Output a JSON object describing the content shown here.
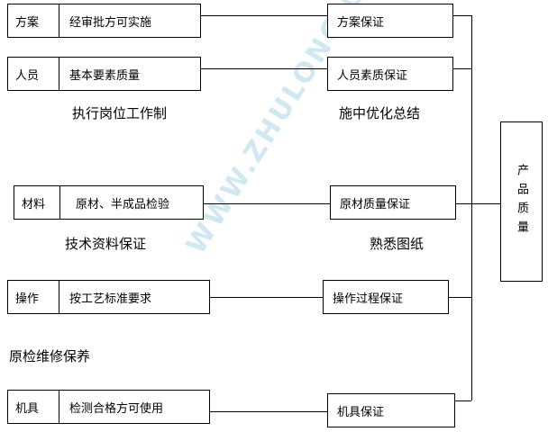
{
  "rows": [
    {
      "left_label": "方案",
      "left_desc": "经审批方可实施",
      "right": "方案保证"
    },
    {
      "left_label": "人员",
      "left_desc": "基本要素质量",
      "right": "人员素质保证"
    },
    {
      "left_label": "材料",
      "left_desc": "原材、半成品检验",
      "right": "原材质量保证"
    },
    {
      "left_label": "操作",
      "left_desc": "按工艺标准要求",
      "right": "操作过程保证"
    },
    {
      "left_label": "机具",
      "left_desc": "检测合格方可使用",
      "right": "机具保证"
    }
  ],
  "notes": {
    "exec": "执行岗位工作制",
    "optimize": "施中优化总结",
    "tech": "技术资料保证",
    "drawing": "熟悉图纸",
    "maint": "原检维修保养"
  },
  "product": "产品质量",
  "watermark": "WWW.ZHULONG.COM"
}
